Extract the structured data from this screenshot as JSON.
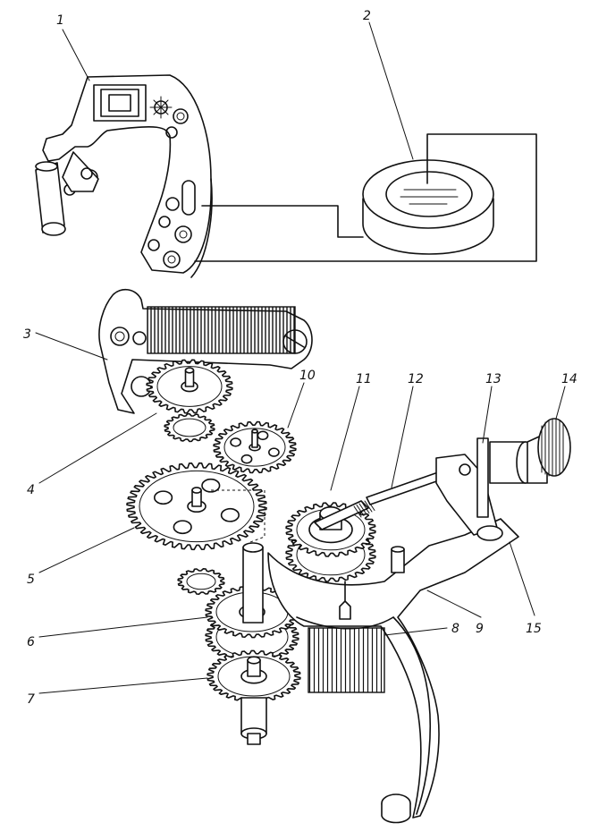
{
  "figure": {
    "callouts": [
      {
        "id": "c1",
        "label": "1"
      },
      {
        "id": "c2",
        "label": "2"
      },
      {
        "id": "c3",
        "label": "3"
      },
      {
        "id": "c4",
        "label": "4"
      },
      {
        "id": "c5",
        "label": "5"
      },
      {
        "id": "c6",
        "label": "6"
      },
      {
        "id": "c7",
        "label": "7"
      },
      {
        "id": "c8",
        "label": "8"
      },
      {
        "id": "c9",
        "label": "9"
      },
      {
        "id": "c10",
        "label": "10"
      },
      {
        "id": "c11",
        "label": "11"
      },
      {
        "id": "c12",
        "label": "12"
      },
      {
        "id": "c13",
        "label": "13"
      },
      {
        "id": "c14",
        "label": "14"
      },
      {
        "id": "c15",
        "label": "15"
      }
    ]
  }
}
